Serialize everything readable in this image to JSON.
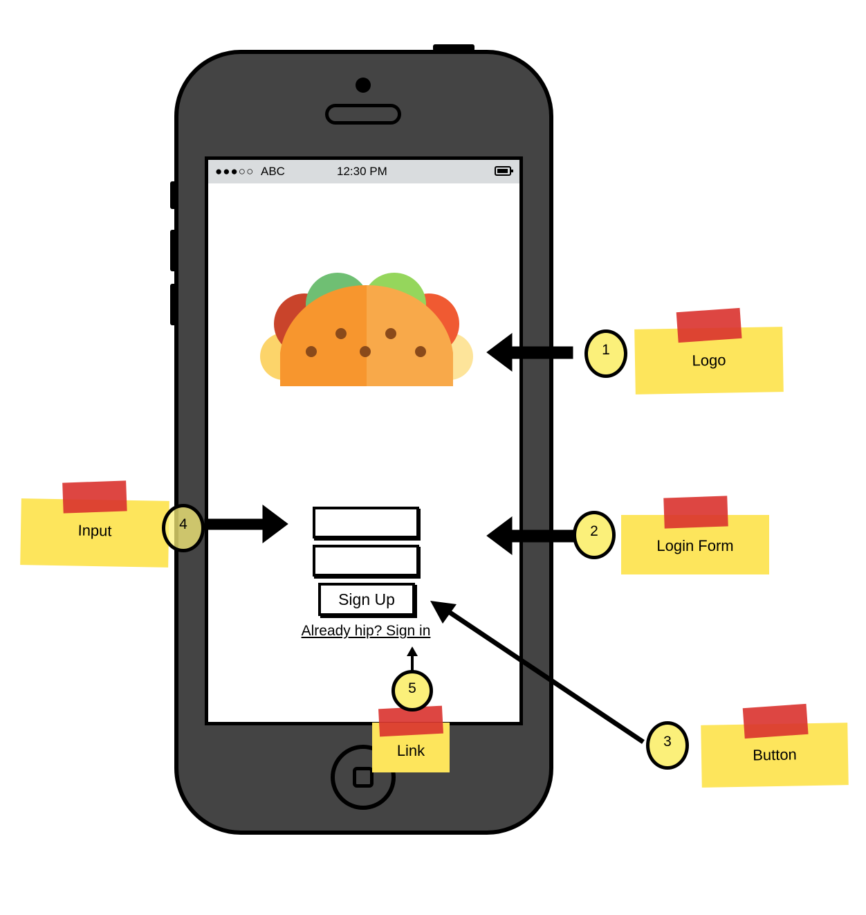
{
  "status_bar": {
    "signal": "●●●○○",
    "carrier": "ABC",
    "time": "12:30 PM"
  },
  "form": {
    "button_label": "Sign Up",
    "link_text": "Already hip? Sign in"
  },
  "annotations": [
    {
      "number": "1",
      "label": "Logo"
    },
    {
      "number": "2",
      "label": "Login Form"
    },
    {
      "number": "3",
      "label": "Button"
    },
    {
      "number": "4",
      "label": "Input"
    },
    {
      "number": "5",
      "label": "Link"
    }
  ],
  "colors": {
    "phone_body": "#444444",
    "screen": "#ffffff",
    "status_bar": "#d9dcde",
    "sticky_note": "#fde55c",
    "tape": "#d9322e",
    "badge": "#fbf07a",
    "taco_shell": "#f7962e",
    "taco_lettuce": "#78c57a",
    "taco_tomato": "#e0512b"
  },
  "icons": [
    "taco-logo-icon",
    "battery-icon",
    "arrow-icon"
  ]
}
